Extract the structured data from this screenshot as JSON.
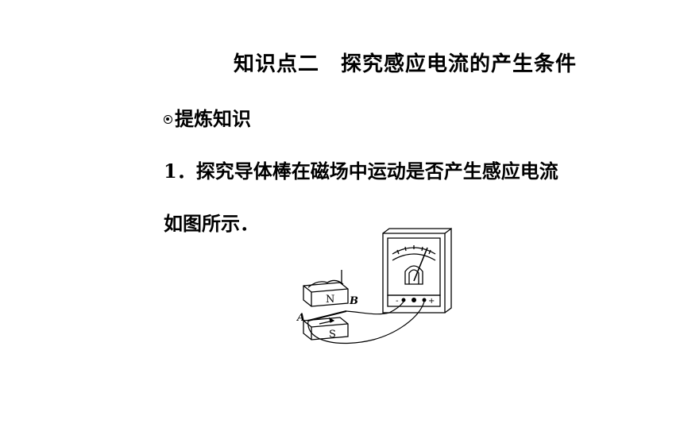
{
  "title": "知识点二　探究感应电流的产生条件",
  "section": {
    "label": "提炼知识",
    "icon": "circled-dot-icon"
  },
  "item1": {
    "number": "1．",
    "text": "探究导体棒在磁场中运动是否产生感应电流",
    "continuation": "如图所示．"
  },
  "figure": {
    "pole_north": "N",
    "pole_south": "S",
    "rod_end_a": "A",
    "rod_end_b": "B",
    "terminal_minus": "-",
    "terminal_plus": "+"
  }
}
